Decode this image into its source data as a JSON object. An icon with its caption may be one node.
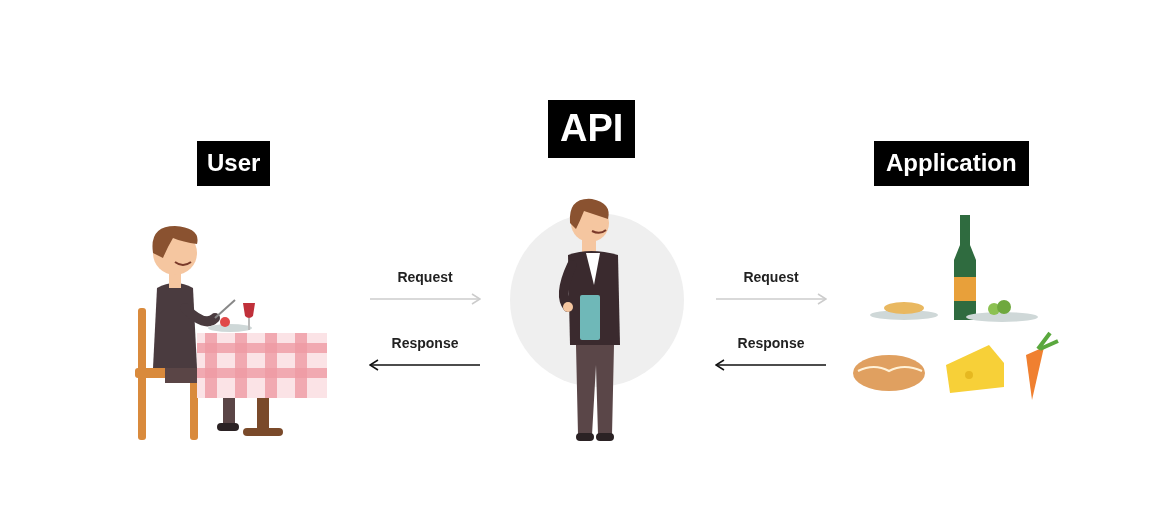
{
  "diagram": {
    "nodes": [
      {
        "text": [
          "User"
        ]
      },
      {
        "text": [
          "API"
        ]
      },
      {
        "text": [
          "Application"
        ]
      }
    ],
    "edges": [
      {
        "from": 0,
        "to": 1,
        "arrow": "to",
        "label": "Request",
        "color": "#cccccc"
      },
      {
        "from": 1,
        "to": 0,
        "arrow": "to",
        "label": "Response",
        "color": "#111111"
      },
      {
        "from": 1,
        "to": 2,
        "arrow": "to",
        "label": "Request",
        "color": "#cccccc"
      },
      {
        "from": 2,
        "to": 1,
        "arrow": "to",
        "label": "Response",
        "color": "#111111"
      }
    ]
  }
}
